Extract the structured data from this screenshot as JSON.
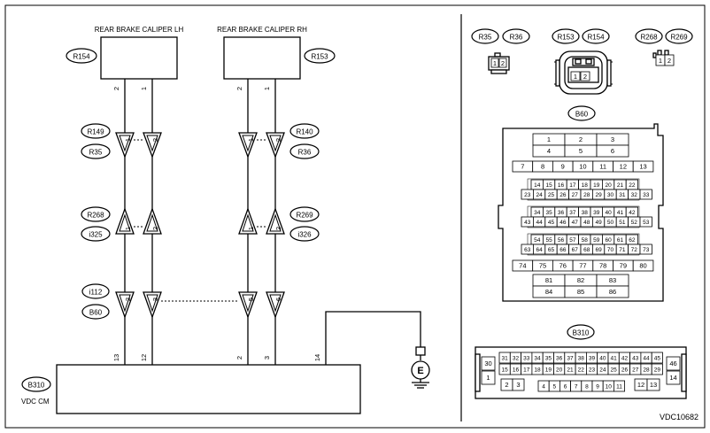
{
  "components": {
    "caliper_lh": "REAR BRAKE CALIPER LH",
    "caliper_rh": "REAR BRAKE CALIPER RH",
    "vdc_cm": "VDC CM"
  },
  "refs": {
    "r154": "R154",
    "r153": "R153",
    "r149": "R149",
    "r35": "R35",
    "r140": "R140",
    "r36": "R36",
    "r268": "R268",
    "i325": "i325",
    "r269": "R269",
    "i326": "i326",
    "i112": "i112",
    "b60": "B60",
    "b310": "B310"
  },
  "pins": {
    "lh_left": "2",
    "lh_right": "1",
    "rh_left": "2",
    "rh_right": "1",
    "c1_l": "1",
    "c1_r": "2",
    "c1_l2": "1",
    "c1_r2": "2",
    "c2_l": "1",
    "c2_r": "2",
    "c2_l2": "1",
    "c2_r2": "2",
    "c3_l": "2",
    "c3_r": "3",
    "c3_l2": "5",
    "c3_r2": "6",
    "b_13": "13",
    "b_12": "12",
    "b_2": "2",
    "b_3": "3",
    "b_14": "14",
    "ground": "E"
  },
  "legend_refs": {
    "r35": "R35",
    "r36": "R36",
    "r153": "R153",
    "r154": "R154",
    "r268": "R268",
    "r269": "R269",
    "b60": "B60",
    "b310": "B310"
  },
  "small_conn": {
    "p1": "1",
    "p2": "2"
  },
  "b60_rows": [
    [
      "1",
      "2",
      "3"
    ],
    [
      "4",
      "5",
      "6"
    ],
    [
      "7",
      "8",
      "9",
      "10",
      "11",
      "12",
      "13"
    ],
    [
      "14",
      "15",
      "16",
      "17",
      "18",
      "19",
      "20",
      "21",
      "22"
    ],
    [
      "23",
      "24",
      "25",
      "26",
      "27",
      "28",
      "29",
      "30",
      "31",
      "32",
      "33"
    ],
    [
      "34",
      "35",
      "36",
      "37",
      "38",
      "39",
      "40",
      "41",
      "42"
    ],
    [
      "43",
      "44",
      "45",
      "46",
      "47",
      "48",
      "49",
      "50",
      "51",
      "52",
      "53"
    ],
    [
      "54",
      "55",
      "56",
      "57",
      "58",
      "59",
      "60",
      "61",
      "62"
    ],
    [
      "63",
      "64",
      "65",
      "66",
      "67",
      "68",
      "69",
      "70",
      "71",
      "72",
      "73"
    ],
    [
      "74",
      "75",
      "76",
      "77",
      "78",
      "79",
      "80"
    ],
    [
      "81",
      "82",
      "83"
    ],
    [
      "84",
      "85",
      "86"
    ]
  ],
  "b310_rows": [
    [
      "31",
      "32",
      "33",
      "34",
      "35",
      "36",
      "37",
      "38",
      "39",
      "40",
      "41",
      "42",
      "43",
      "44",
      "45"
    ],
    [
      "15",
      "16",
      "17",
      "18",
      "19",
      "20",
      "21",
      "22",
      "23",
      "24",
      "25",
      "26",
      "27",
      "28",
      "29"
    ],
    [
      "4",
      "5",
      "6",
      "7",
      "8",
      "9",
      "10",
      "11"
    ]
  ],
  "b310_side": {
    "p30": "30",
    "p1": "1",
    "p2": "2",
    "p3": "3",
    "p12": "12",
    "p13": "13",
    "p46": "46",
    "p14": "14"
  },
  "diagram_code": "VDC10682"
}
